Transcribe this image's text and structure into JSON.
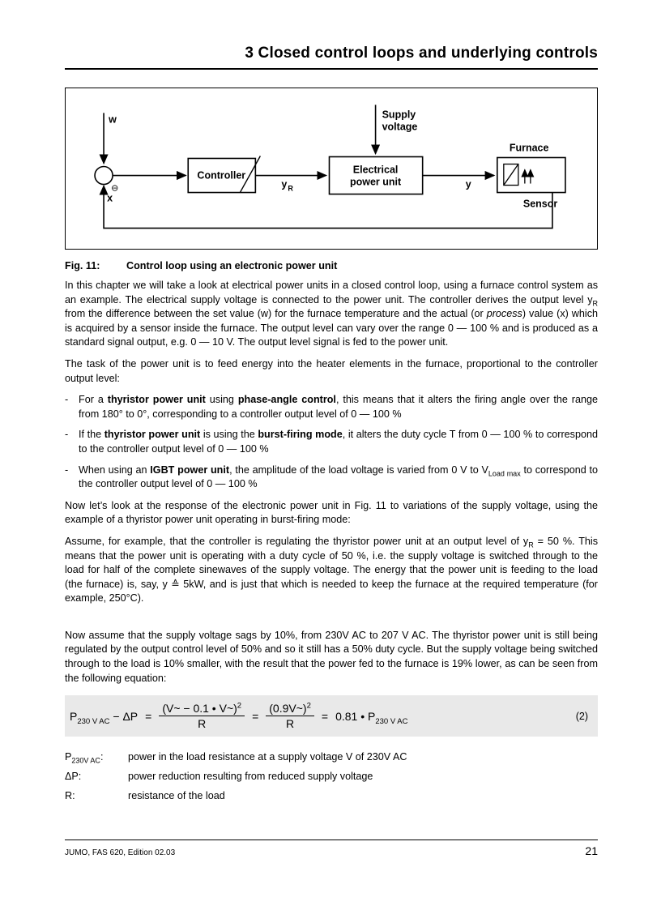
{
  "header": {
    "title": "3 Closed control loops and underlying controls"
  },
  "figure": {
    "caption_label": "Fig. 11:",
    "caption_text": "Control loop using an electronic power unit",
    "diagram": {
      "w_label": "w",
      "x_label": "x",
      "minus_symbol": "⊖",
      "supply_line1": "Supply",
      "supply_line2": "voltage",
      "controller_label": "Controller",
      "yr_label": "y",
      "yr_sub": "R",
      "epu_line1": "Electrical",
      "epu_line2": "power unit",
      "y_label": "y",
      "furnace_label": "Furnace",
      "sensor_label": "Sensor"
    }
  },
  "body": {
    "p1": [
      {
        "t": "In this chapter we will take a look at electrical power units in a closed control loop, using a furnace control system as an example. The electrical supply voltage is connected to the power unit. The controller derives the output level y"
      },
      {
        "t": "R",
        "sub": true
      },
      {
        "t": " from the difference between the set value (w) for the furnace temperature and the actual (or "
      },
      {
        "t": "process",
        "i": true
      },
      {
        "t": ") value (x) which is acquired by a sensor inside the furnace. The output level can vary over the range 0 — 100 % and is produced as a standard signal output, e.g. 0 — 10 V. The output level signal is fed to the power unit."
      }
    ],
    "p2": [
      {
        "t": "The task of the power unit is to feed energy into the heater elements in the furnace, proportional to the controller output level:"
      }
    ],
    "bullet_marker": "-",
    "bullets": [
      [
        {
          "t": "For a "
        },
        {
          "t": "thyristor power unit",
          "b": true
        },
        {
          "t": " using "
        },
        {
          "t": "phase-angle control",
          "b": true
        },
        {
          "t": ", this means that it alters the firing angle over the range from 180° to 0°, corresponding to a controller output level of 0 — 100 %"
        }
      ],
      [
        {
          "t": "If the "
        },
        {
          "t": "thyristor power unit",
          "b": true
        },
        {
          "t": " is using the "
        },
        {
          "t": "burst-firing mode",
          "b": true
        },
        {
          "t": ", it alters the duty cycle T from 0 — 100 % to correspond to the controller output level of 0 — 100 %"
        }
      ],
      [
        {
          "t": "When using an "
        },
        {
          "t": "IGBT power unit",
          "b": true
        },
        {
          "t": ", the amplitude of the load voltage is varied from 0 V to V"
        },
        {
          "t": "Load max",
          "sub": true
        },
        {
          "t": " to correspond to the controller output level of 0 — 100 %"
        }
      ]
    ],
    "p3": [
      {
        "t": "Now let’s look at the response of the electronic power unit in Fig. 11 to variations of the supply voltage, using the example of a thyristor power unit operating in burst-firing mode:"
      }
    ],
    "p4": [
      {
        "t": "Assume, for example, that the controller is regulating the thyristor power unit at an output level of y"
      },
      {
        "t": "R",
        "sub": true
      },
      {
        "t": " = 50 %. This means that the power unit is operating with a duty cycle of 50 %, i.e. the supply voltage is switched through to the load for half of the complete sinewaves of the supply voltage. The energy that the power unit is feeding to the load (the furnace) is, say, y ≙ 5kW, and is just that which is needed to keep the furnace at the required temperature (for example, 250°C)."
      }
    ],
    "p5": [
      {
        "t": "Now assume that the supply voltage sags by 10%, from 230V AC to 207 V AC. The thyristor power unit is still being regulated by the output control level of 50% and so it still has a 50% duty cycle. But the supply voltage being switched through to the load is 10% smaller, with the result that the power fed to the furnace is 19% lower, as can be seen from the following equation:"
      }
    ]
  },
  "equation": {
    "lhs": [
      {
        "t": "P"
      },
      {
        "t": "230 V AC",
        "sub": true
      },
      {
        "t": " − ΔP"
      }
    ],
    "equals": "=",
    "frac1_num": [
      {
        "t": "(V~ − 0.1 • V~)"
      },
      {
        "t": "2",
        "sup": true
      }
    ],
    "frac1_den": "R",
    "frac2_num": [
      {
        "t": "(0.9V~)"
      },
      {
        "t": "2",
        "sup": true
      }
    ],
    "frac2_den": "R",
    "rhs": [
      {
        "t": "0.81 • P"
      },
      {
        "t": "230 V AC",
        "sub": true
      }
    ],
    "number": "(2)"
  },
  "definitions": [
    {
      "term": [
        {
          "t": "P"
        },
        {
          "t": "230V AC",
          "sub": true
        },
        {
          "t": ":"
        }
      ],
      "def": [
        {
          "t": "power in the load resistance at a supply voltage V of 230V AC"
        }
      ]
    },
    {
      "term": [
        {
          "t": "ΔP:"
        }
      ],
      "def": [
        {
          "t": "power reduction resulting from reduced supply voltage"
        }
      ]
    },
    {
      "term": [
        {
          "t": "R:"
        }
      ],
      "def": [
        {
          "t": "resistance of the load"
        }
      ]
    }
  ],
  "footer": {
    "left": "JUMO, FAS 620, Edition 02.03",
    "page_number": "21"
  }
}
